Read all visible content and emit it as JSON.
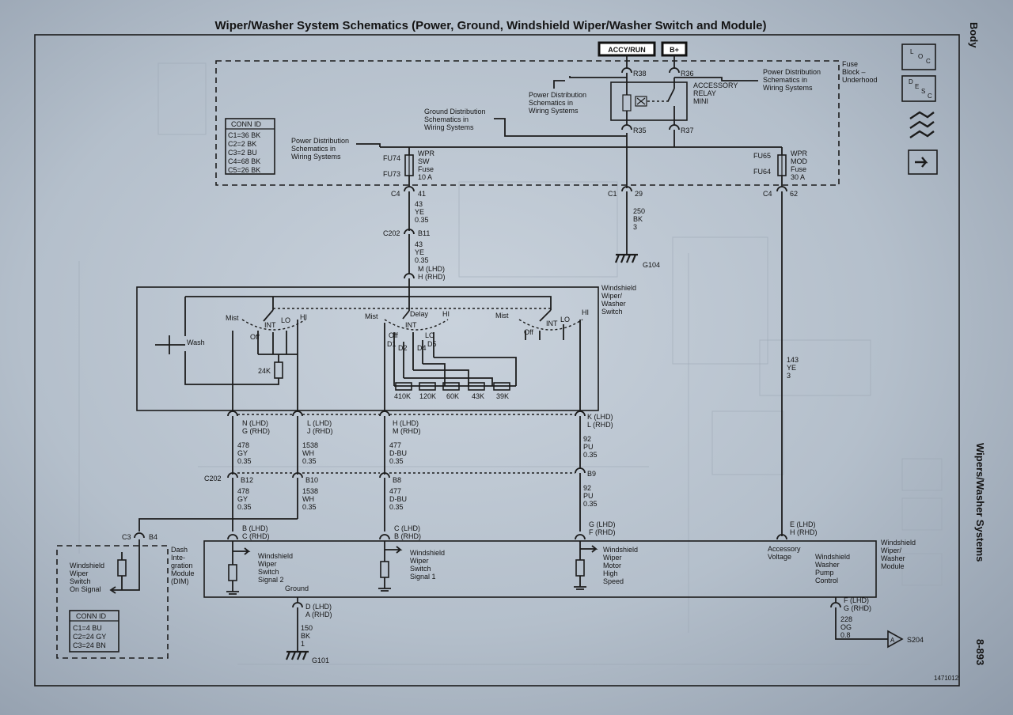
{
  "title": "Wiper/Washer System Schematics (Power, Ground, Windshield Wiper/Washer Switch and Module)",
  "side": {
    "top": "Body",
    "section": "Wipers/Washer Systems",
    "page": "8-893"
  },
  "figure_id": "1471012",
  "icons": [
    "loc-icon",
    "desc-icon",
    "connector-icon",
    "arrow-right-icon"
  ],
  "icon_letters": {
    "loc": "LOC",
    "desc": "DESC"
  },
  "power": {
    "accy": "ACCY/RUN",
    "bplus": "B+"
  },
  "fuse_block": {
    "l1": "Fuse",
    "l2": "Block –",
    "l3": "Underhood"
  },
  "pd1": {
    "l1": "Power Distribution",
    "l2": "Schematics in",
    "l3": "Wiring Systems"
  },
  "pd2": {
    "l1": "Power Distribution",
    "l2": "Schematics in",
    "l3": "Wiring Systems"
  },
  "pd3": {
    "l1": "Power Distribution",
    "l2": "Schematics in",
    "l3": "Wiring Systems"
  },
  "gd": {
    "l1": "Ground Distribution",
    "l2": "Schematics in",
    "l3": "Wiring Systems"
  },
  "relay": {
    "l1": "ACCESSORY",
    "l2": "RELAY",
    "l3": "MINI",
    "r38": "R38",
    "r36": "R36",
    "r35": "R35",
    "r37": "R37"
  },
  "conn1": {
    "title": "CONN ID",
    "rows": [
      "C1=36 BK",
      "C2=2 BK",
      "C3=2 BU",
      "C4=68 BK",
      "C5=26 BK"
    ]
  },
  "conn2": {
    "title": "CONN ID",
    "rows": [
      "C1=4 BU",
      "C2=24 GY",
      "C3=24 BN"
    ]
  },
  "fuse1": {
    "a": "FU74",
    "b": "FU73",
    "l1": "WPR",
    "l2": "SW",
    "l3": "Fuse",
    "l4": "10 A"
  },
  "fuse2": {
    "a": "FU65",
    "b": "FU64",
    "l1": "WPR",
    "l2": "MOD",
    "l3": "Fuse",
    "l4": "30 A"
  },
  "c4a": {
    "c": "C4",
    "p": "41"
  },
  "c1": {
    "c": "C1",
    "p": "29"
  },
  "c4b": {
    "c": "C4",
    "p": "62"
  },
  "w_gnd": {
    "l1": "250",
    "l2": "BK",
    "l3": "3"
  },
  "g104": "G104",
  "g101": "G101",
  "w43a": {
    "l1": "43",
    "l2": "YE",
    "l3": "0.35"
  },
  "c202top": {
    "c": "C202",
    "p": "B11"
  },
  "w43b": {
    "l1": "43",
    "l2": "YE",
    "l3": "0.35"
  },
  "mh": {
    "l1": "M (LHD)",
    "l2": "H (RHD)"
  },
  "switch": {
    "l1": "Windshield",
    "l2": "Wiper/",
    "l3": "Washer",
    "l4": "Switch",
    "mist1": "Mist",
    "off1": "Off",
    "int1": "INT",
    "lo1": "LO",
    "hi1": "HI",
    "mist2": "Mist",
    "off2": "Off",
    "delay": "Delay",
    "int2": "INT",
    "lo2": "LO",
    "hi2": "HI",
    "mist3": "Mist",
    "off3": "Off",
    "int3": "INT",
    "lo3": "LO",
    "hi3": "HI",
    "wash": "Wash",
    "r24k": "24K",
    "d1": "D1",
    "d2": "D2",
    "d4": "D4",
    "d5": "D5",
    "res": [
      "410K",
      "120K",
      "60K",
      "43K",
      "39K"
    ]
  },
  "col1": {
    "pin": {
      "l1": "N (LHD)",
      "l2": "G (RHD)"
    },
    "wa": {
      "l1": "478",
      "l2": "GY",
      "l3": "0.35"
    },
    "c202": "B12",
    "wb": {
      "l1": "478",
      "l2": "GY",
      "l3": "0.35"
    },
    "mp": {
      "l1": "B (LHD)",
      "l2": "C (RHD)"
    }
  },
  "col2": {
    "pin": {
      "l1": "L (LHD)",
      "l2": "J (RHD)"
    },
    "wa": {
      "l1": "1538",
      "l2": "WH",
      "l3": "0.35"
    },
    "c202": "B10",
    "wb": {
      "l1": "1538",
      "l2": "WH",
      "l3": "0.35"
    }
  },
  "col3": {
    "pin": {
      "l1": "H (LHD)",
      "l2": "M (RHD)"
    },
    "wa": {
      "l1": "477",
      "l2": "D-BU",
      "l3": "0.35"
    },
    "c202": "B8",
    "wb": {
      "l1": "477",
      "l2": "D-BU",
      "l3": "0.35"
    },
    "mp": {
      "l1": "C (LHD)",
      "l2": "B (RHD)"
    }
  },
  "col4": {
    "pin": {
      "l1": "K (LHD)",
      "l2": "L (RHD)"
    },
    "wa": {
      "l1": "92",
      "l2": "PU",
      "l3": "0.35"
    },
    "c202": "B9",
    "wb": {
      "l1": "92",
      "l2": "PU",
      "l3": "0.35"
    },
    "mp": {
      "l1": "G (LHD)",
      "l2": "F (RHD)"
    }
  },
  "c202mid": "C202",
  "w143": {
    "l1": "143",
    "l2": "YE",
    "l3": "3"
  },
  "ehp": {
    "l1": "E (LHD)",
    "l2": "H (RHD)"
  },
  "c3": {
    "c": "C3",
    "p": "B4"
  },
  "dim": {
    "l1": "Dash",
    "l2": "Inte-",
    "l3": "gration",
    "l4": "Module",
    "l5": "(DIM)",
    "s1": "Windshield",
    "s2": "Wiper",
    "s3": "Switch",
    "s4": "On Signal"
  },
  "module": {
    "l1": "Windshield",
    "l2": "Wiper/",
    "l3": "Washer",
    "l4": "Module",
    "sig2": [
      "Windshield",
      "Wiper",
      "Switch",
      "Signal 2"
    ],
    "sig1": [
      "Windshield",
      "Wiper",
      "Switch",
      "Signal 1"
    ],
    "motor": [
      "Windshield",
      "Wiper",
      "Motor",
      "High",
      "Speed"
    ],
    "acc": [
      "Accessory",
      "Voltage"
    ],
    "pump": [
      "Windshield",
      "Washer",
      "Pump",
      "Control"
    ],
    "ground": "Ground"
  },
  "gndpin": {
    "l1": "D (LHD)",
    "l2": "A (RHD)"
  },
  "w150": {
    "l1": "150",
    "l2": "BK",
    "l3": "1"
  },
  "pumppin": {
    "l1": "F (LHD)",
    "l2": "G (RHD)"
  },
  "w228": {
    "l1": "228",
    "l2": "OG",
    "l3": "0.8"
  },
  "s204": {
    "a": "A",
    "s": "S204"
  }
}
